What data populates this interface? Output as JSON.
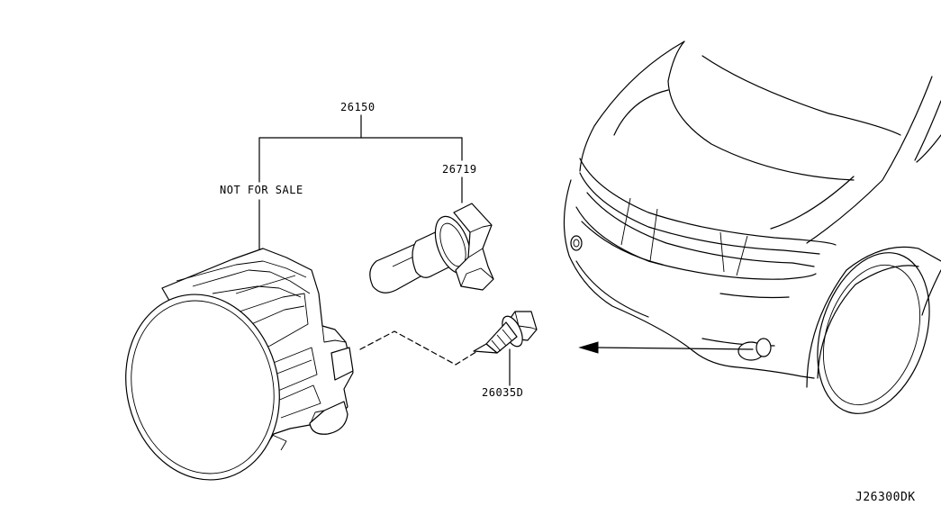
{
  "labels": {
    "assembly_part": "26150",
    "bulb_part": "26719",
    "not_for_sale": "NOT FOR SALE",
    "screw_part": "26035D",
    "diagram_code": "J26300DK"
  },
  "parts": [
    {
      "id": "fog-lamp-assembly",
      "part_number": "26150"
    },
    {
      "id": "bulb",
      "part_number": "26719"
    },
    {
      "id": "screw",
      "part_number": "26035D"
    }
  ]
}
